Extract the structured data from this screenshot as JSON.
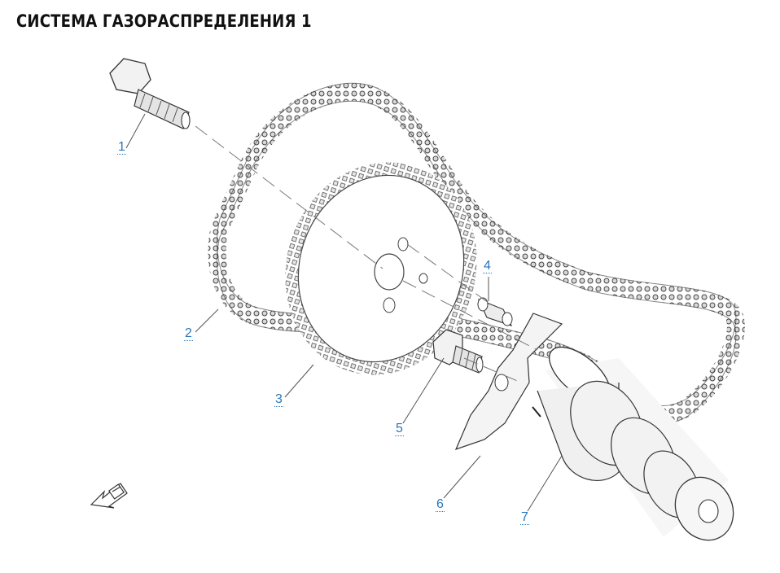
{
  "title": "СИСТЕМА ГАЗОРАСПРЕДЕЛЕНИЯ 1",
  "colors": {
    "callout": "#2a77b8",
    "line": "#555555",
    "title": "#111111"
  },
  "callouts": [
    {
      "label": "1",
      "part": "flange-bolt"
    },
    {
      "label": "2",
      "part": "timing-chain"
    },
    {
      "label": "3",
      "part": "camshaft-sprocket"
    },
    {
      "label": "4",
      "part": "dowel-pin"
    },
    {
      "label": "5",
      "part": "sprocket-bolt"
    },
    {
      "label": "6",
      "part": "retainer-plate"
    },
    {
      "label": "7",
      "part": "camshaft"
    }
  ],
  "direction_icon": "front-direction-arrow-icon"
}
